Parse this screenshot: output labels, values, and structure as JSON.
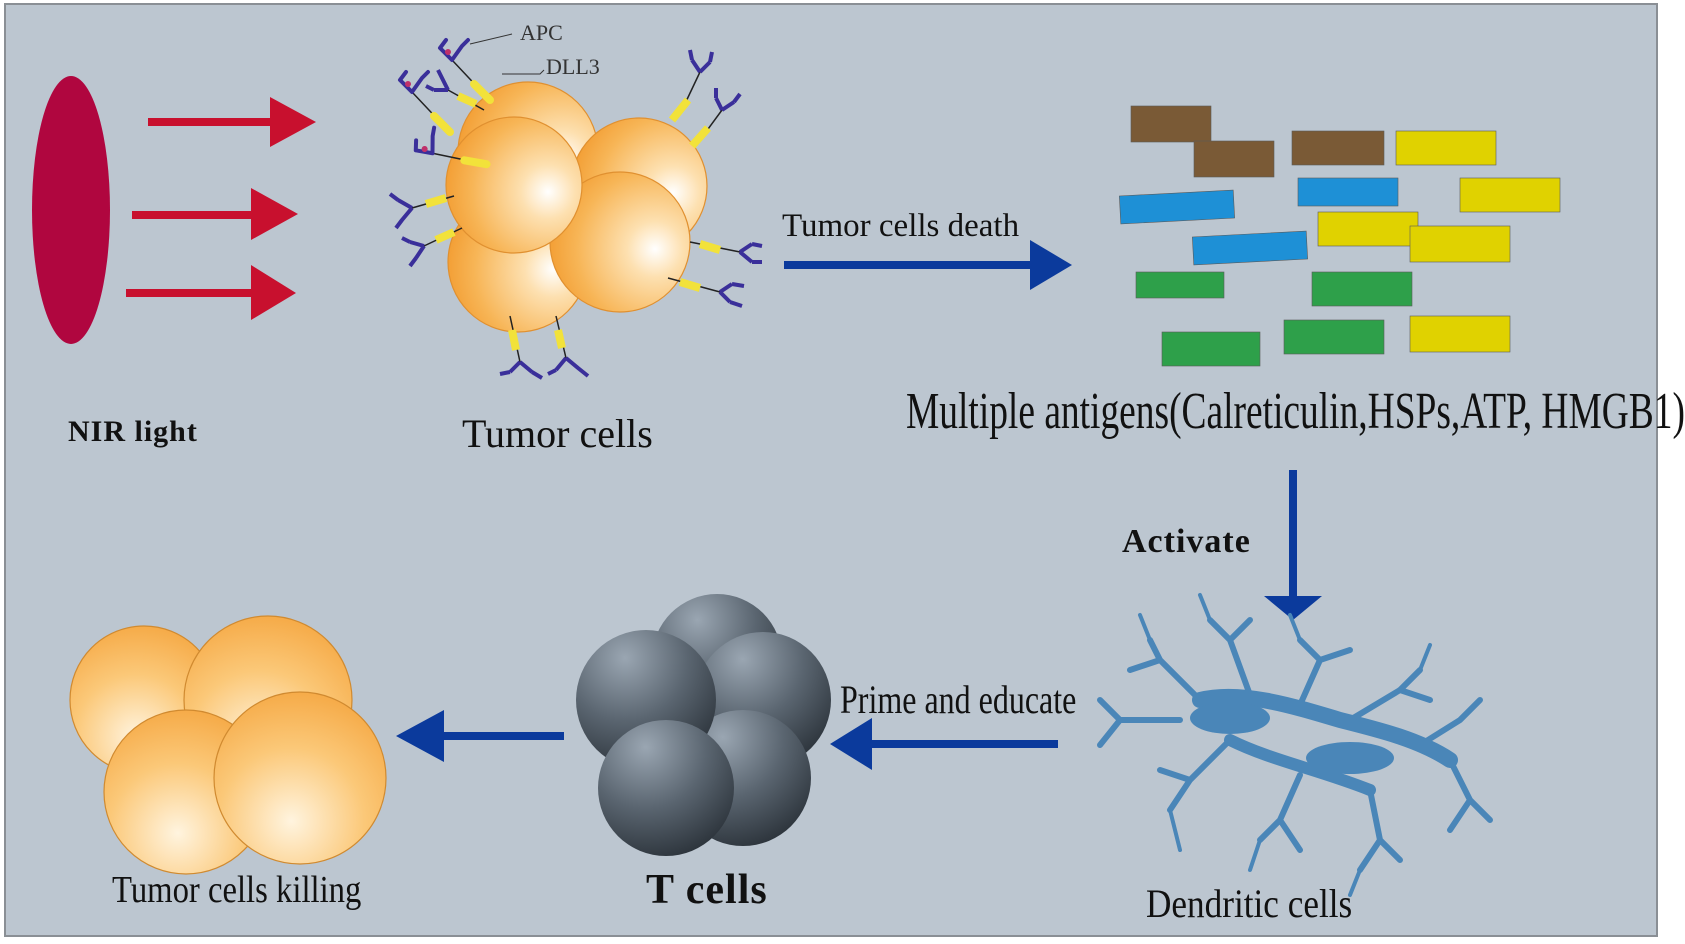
{
  "labels": {
    "nir_light": "NIR light",
    "tumor_cells": "Tumor cells",
    "tumor_cells_death": "Tumor cells death",
    "multiple_antigens": "Multiple antigens(Calreticulin,HSPs,ATP, HMGB1)",
    "activate": "Activate",
    "dendritic_cells": "Dendritic cells",
    "prime_and_educate": "Prime and educate",
    "t_cells": "T cells",
    "tumor_cells_killing": "Tumor cells killing",
    "apc": "APC",
    "dll3": "DLL3"
  },
  "colors": {
    "background": "#bcc6d0",
    "nir_source": "#b0063f",
    "nir_arrows": "#c8102e",
    "process_arrows": "#0b3a9c",
    "tumor_cell": "#f5a83a",
    "t_cell": "#4a5560",
    "dendritic_cell": "#4a86b8",
    "antibody": "#3a2f9a",
    "linker": "#f2e23a"
  },
  "antigen_fragment_colors": [
    "#7a5a36",
    "#1e90d6",
    "#e0d200",
    "#2ea04a"
  ]
}
